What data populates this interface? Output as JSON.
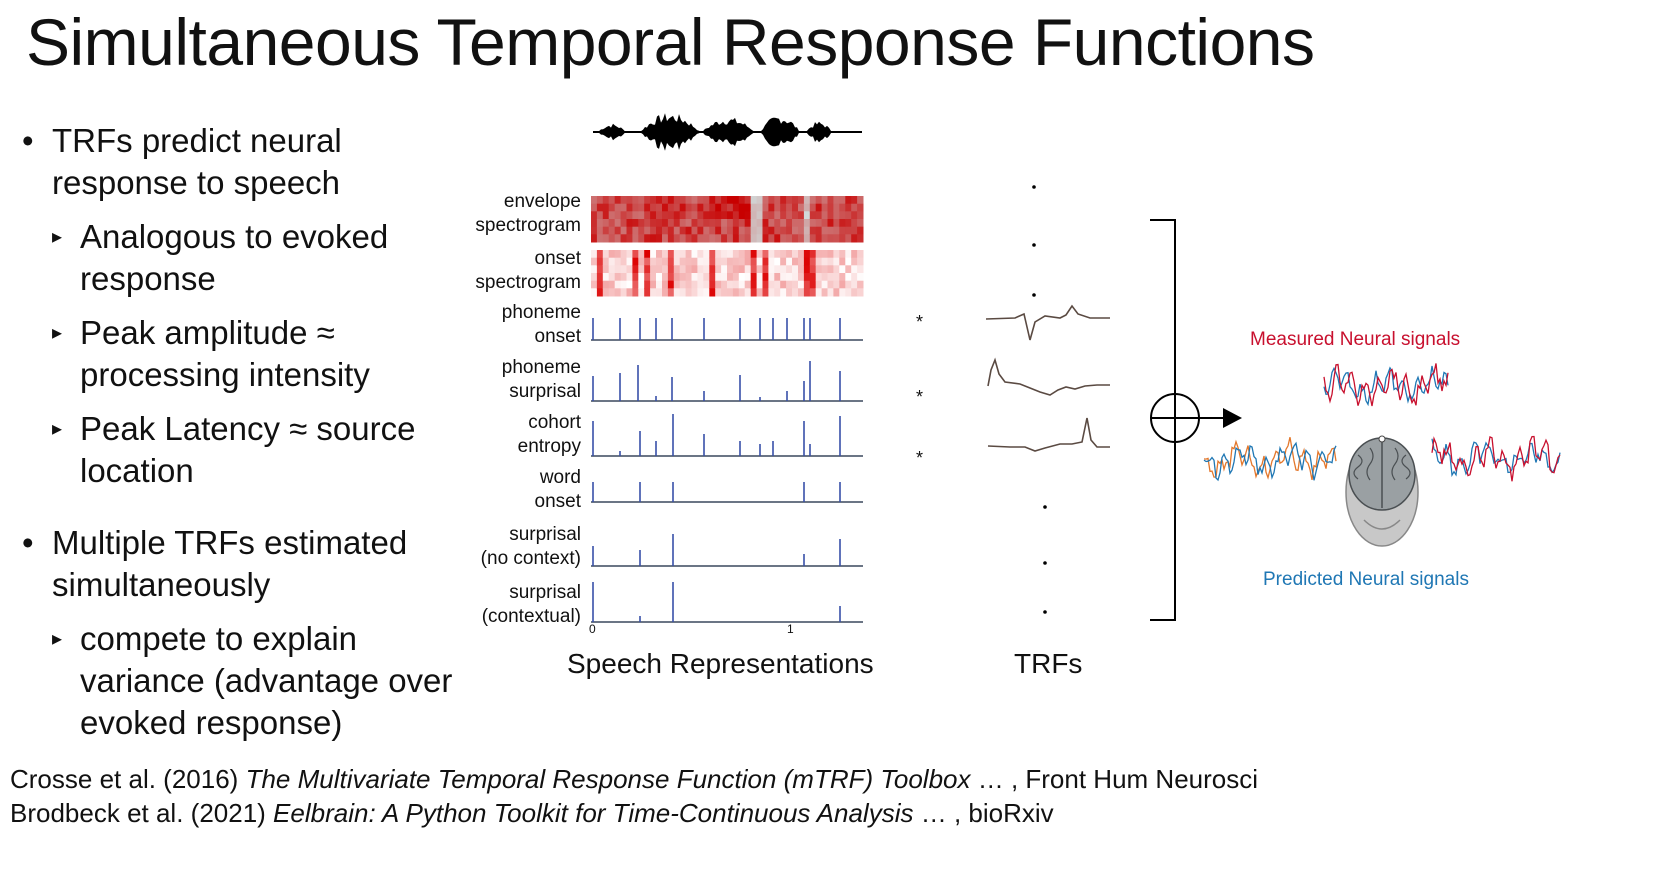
{
  "title": "Simultaneous Temporal Response Functions",
  "bullets": [
    {
      "text": "TRFs predict neural response to speech",
      "sub": [
        "Analogous to evoked response",
        "Peak amplitude ≈ processing intensity",
        "Peak Latency ≈ source location"
      ]
    },
    {
      "text": "Multiple TRFs estimated simultaneously",
      "sub": [
        "compete to explain variance (advantage over evoked response)"
      ]
    }
  ],
  "representations": [
    {
      "label": "envelope\nspectrogram",
      "kind": "spectrogram-dense"
    },
    {
      "label": "onset\nspectrogram",
      "kind": "spectrogram-sparse"
    },
    {
      "label": "phoneme\nonset",
      "kind": "impulses"
    },
    {
      "label": "phoneme\nsurprisal",
      "kind": "impulses"
    },
    {
      "label": "cohort\nentropy",
      "kind": "impulses"
    },
    {
      "label": "word\nonset",
      "kind": "impulses"
    },
    {
      "label": "surprisal\n(no context)",
      "kind": "impulses"
    },
    {
      "label": "surprisal\n(contextual)",
      "kind": "impulses"
    }
  ],
  "axis_ticks": [
    "0",
    "1"
  ],
  "convolution_symbol": "*",
  "captions": {
    "left": "Speech Representations",
    "right": "TRFs"
  },
  "signals": {
    "measured": "Measured Neural signals",
    "predicted": "Predicted Neural signals",
    "measured_color": "#c8102e",
    "predicted_color": "#1f77b4"
  },
  "refs": [
    {
      "pre": "Crosse et al. (2016) ",
      "italic": "The Multivariate Temporal Response Function (mTRF) Toolbox",
      "post": " … , Front Hum Neurosci"
    },
    {
      "pre": "Brodbeck et al. (2021) ",
      "italic": "Eelbrain: A Python Toolkit for Time-Continuous Analysis",
      "post": " … , bioRxiv"
    }
  ]
}
